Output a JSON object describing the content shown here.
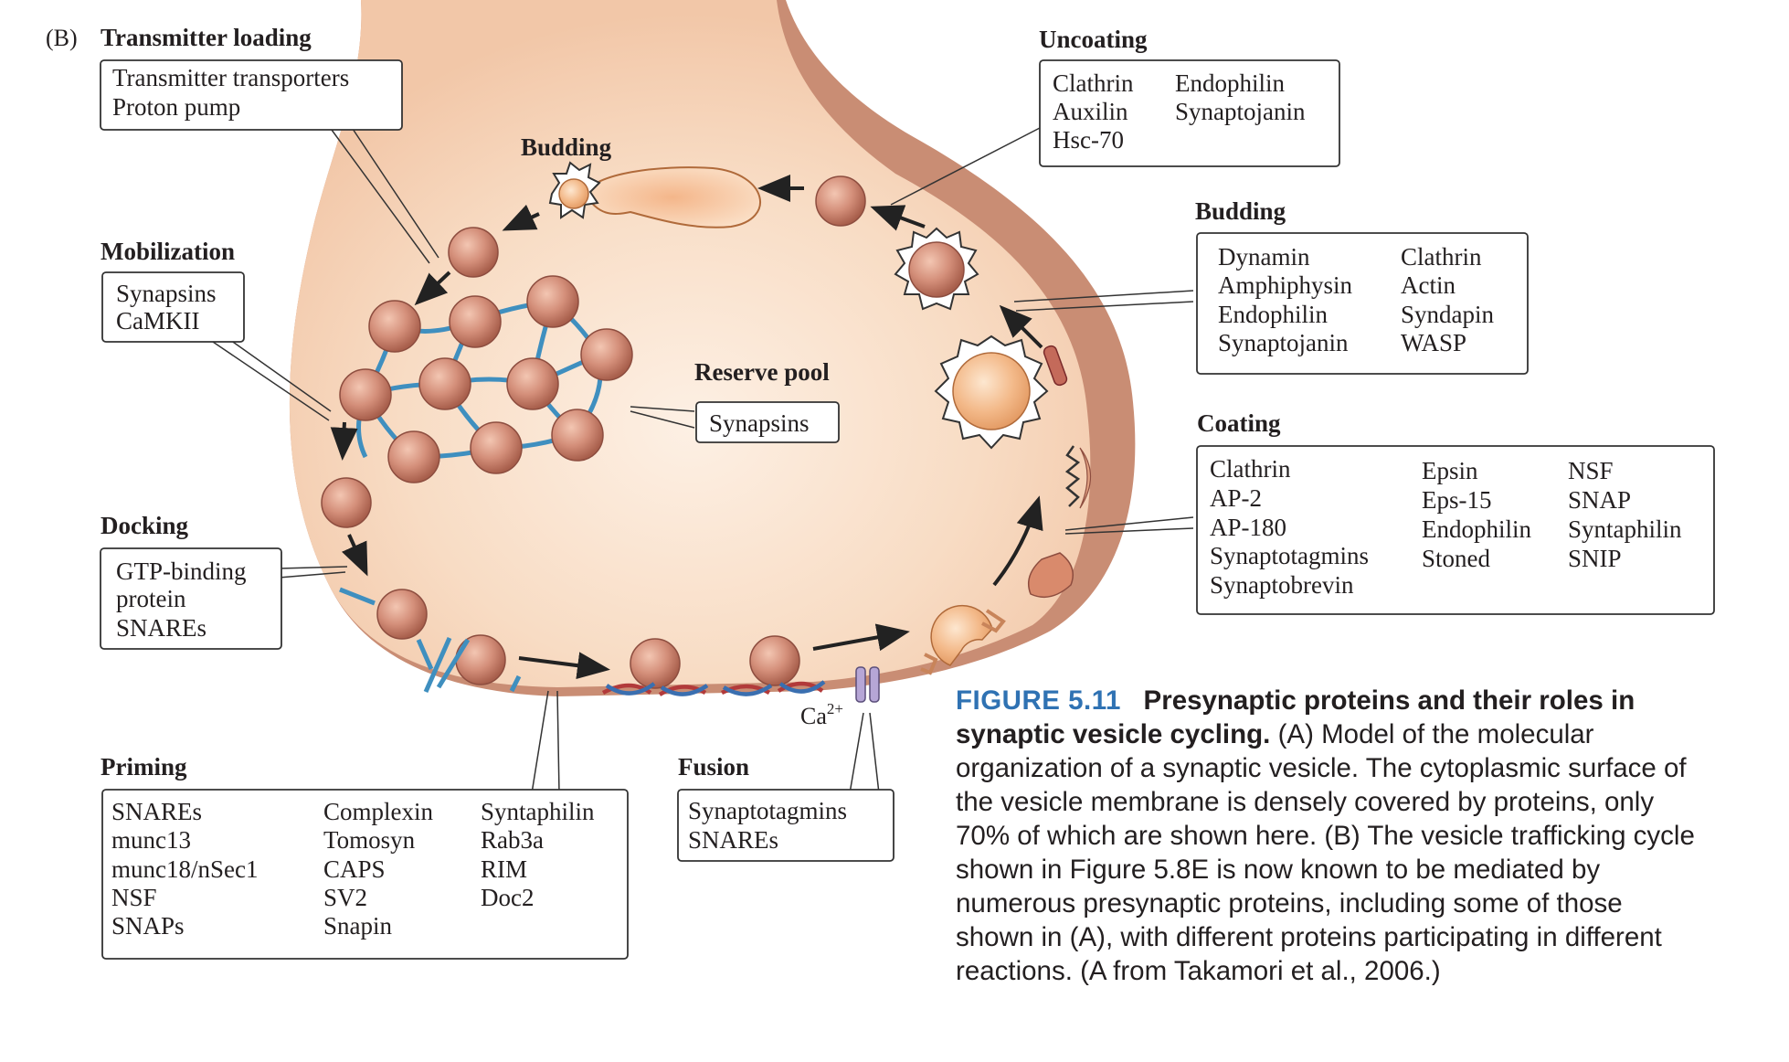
{
  "panel_label": "(B)",
  "stages": {
    "transmitter_loading": {
      "title": "Transmitter loading",
      "items": [
        "Transmitter transporters",
        "Proton pump"
      ]
    },
    "mobilization": {
      "title": "Mobilization",
      "items": [
        "Synapsins",
        "CaMKII"
      ]
    },
    "docking": {
      "title": "Docking",
      "items": [
        "GTP-binding",
        "protein",
        "SNAREs"
      ]
    },
    "priming": {
      "title": "Priming",
      "col1": [
        "SNAREs",
        "munc13",
        "munc18/nSec1",
        "NSF",
        "SNAPs"
      ],
      "col2": [
        "Complexin",
        "Tomosyn",
        "CAPS",
        "SV2",
        "Snapin"
      ],
      "col3": [
        "Syntaphilin",
        "Rab3a",
        "RIM",
        "Doc2"
      ]
    },
    "fusion": {
      "title": "Fusion",
      "items": [
        "Synaptotagmins",
        "SNAREs"
      ]
    },
    "budding_top": {
      "title": "Budding"
    },
    "reserve_pool": {
      "title": "Reserve pool",
      "items": [
        "Synapsins"
      ]
    },
    "uncoating": {
      "title": "Uncoating",
      "col1": [
        "Clathrin",
        "Auxilin",
        "Hsc-70"
      ],
      "col2": [
        "Endophilin",
        "Synaptojanin"
      ]
    },
    "budding": {
      "title": "Budding",
      "col1": [
        "Dynamin",
        "Amphiphysin",
        "Endophilin",
        "Synaptojanin"
      ],
      "col2": [
        "Clathrin",
        "Actin",
        "Syndapin",
        "WASP"
      ]
    },
    "coating": {
      "title": "Coating",
      "col1": [
        "Clathrin",
        "AP-2",
        "AP-180",
        "Synaptotagmins",
        "Synaptobrevin"
      ],
      "col2": [
        "Epsin",
        "Eps-15",
        "Endophilin",
        "Stoned"
      ],
      "col3": [
        "NSF",
        "SNAP",
        "Syntaphilin",
        "SNIP"
      ]
    }
  },
  "calcium": {
    "base": "Ca",
    "sup": "2+"
  },
  "caption": {
    "number": "FIGURE 5.11",
    "title": "Presynaptic proteins and their roles in synaptic vesicle cycling.",
    "body": "(A) Model of the molecular organization of a synaptic vesicle. The cytoplasmic surface of the vesicle membrane is densely covered by proteins, only 70% of which are shown here. (B) The vesicle trafficking cycle shown in Figure 5.8E is now known to be mediated by numerous presynaptic proteins, including some of those shown in (A), with different proteins participating in different reactions. (A from Takamori et al., 2006.)"
  },
  "colors": {
    "cytoplasm": "#f8dcc4",
    "membrane": "#c98d74",
    "vesicle": "#c97f6c",
    "synapsin_link": "#3f8fbf",
    "snare_red": "#b23a3a",
    "snare_blue": "#3a6fb0",
    "caption_blue": "#2f72b3"
  }
}
